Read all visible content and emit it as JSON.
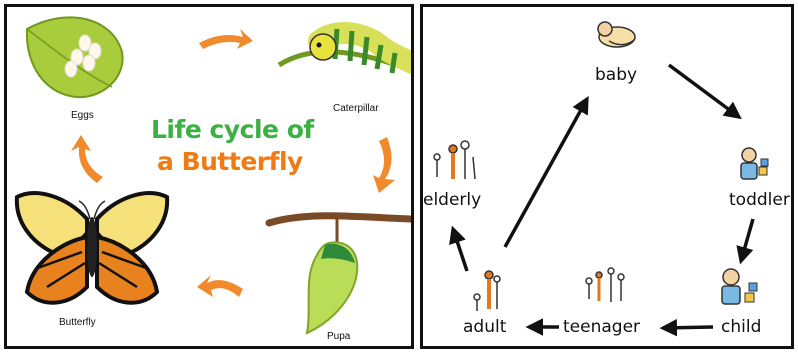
{
  "left_diagram": {
    "title_line1": "Life cycle of",
    "title_line2": "a Butterfly",
    "stages": [
      "Eggs",
      "Caterpillar",
      "Pupa",
      "Butterfly"
    ],
    "colors": {
      "title_green": "#3cb043",
      "title_orange": "#f07a14",
      "arrow_orange": "#f08a2c",
      "leaf_green": "#a8cc3c",
      "pupa_green": "#b9dd57"
    }
  },
  "right_diagram": {
    "stages": [
      "baby",
      "toddler",
      "child",
      "teenager",
      "adult",
      "elderly"
    ],
    "colors": {
      "arrow": "#111111",
      "skin": "#f3d3a6",
      "shirt_blue": "#7ab9e4",
      "figure_orange": "#e07a20"
    }
  }
}
